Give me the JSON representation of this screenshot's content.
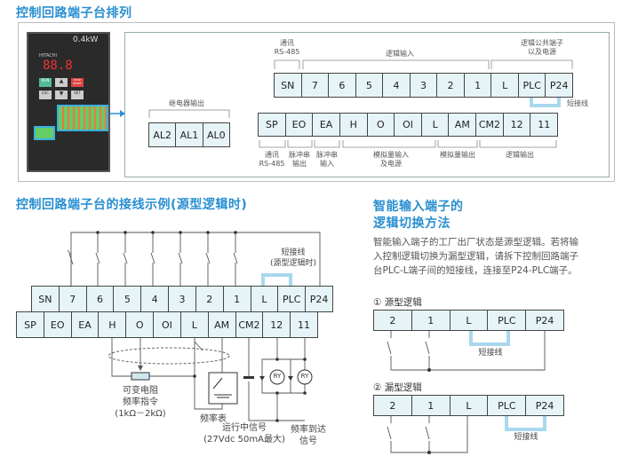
{
  "section1": {
    "title": "控制回路端子台排列",
    "top_row": [
      "SN",
      "7",
      "6",
      "5",
      "4",
      "3",
      "2",
      "1",
      "L",
      "PLC",
      "P24"
    ],
    "bottom_row": [
      "SP",
      "EO",
      "EA",
      "H",
      "O",
      "OI",
      "L",
      "AM",
      "CM2",
      "12",
      "11"
    ],
    "relay_row": [
      "AL2",
      "AL1",
      "AL0"
    ],
    "relay_label": "继电器输出",
    "top_labels": {
      "comm": "通讯\nRS-485",
      "logic_in": "逻辑输入",
      "common": "逻辑公共端子\n以及电源",
      "jumper": "短接线"
    },
    "bottom_labels": {
      "comm": "通讯\nRS-485",
      "pulse_out": "脉冲串\n输出",
      "pulse_in": "脉冲串\n输入",
      "analog_in": "模拟量输入\n及电源",
      "analog_out": "模拟量输出",
      "logic_out": "逻辑输出"
    },
    "photo": {
      "brand": "HITACHI",
      "display": "88.8",
      "model": "0.4kW",
      "keys": [
        "RUN",
        "▲",
        "STOP RESET",
        "ESC",
        "▼",
        "SET"
      ]
    }
  },
  "section2": {
    "title": "控制回路端子台的接线示例(源型逻辑时)",
    "top_row": [
      "SN",
      "7",
      "6",
      "5",
      "4",
      "3",
      "2",
      "1",
      "L",
      "PLC",
      "P24"
    ],
    "bottom_row": [
      "SP",
      "EO",
      "EA",
      "H",
      "O",
      "OI",
      "L",
      "AM",
      "CM2",
      "12",
      "11"
    ],
    "jumper": "短接线\n(源型逻辑时)",
    "resistor": "可变电阻\n频率指令\n(1kΩ－2kΩ)",
    "meter": "频率表",
    "run_signal": "运行中信号\n(27Vdc 50mA最大)",
    "freq_signal": "频率到达\n信号",
    "relay": "RY"
  },
  "section3": {
    "title_line1": "智能输入端子的",
    "title_line2": "逻辑切换方法",
    "body": "智能输入端子的工厂出厂状态是源型逻辑。若将输入控制逻辑切换为漏型逻辑，请拆下控制回路端子台PLC-L端子间的短接线，连接至P24-PLC端子。",
    "source_title": "① 源型逻辑",
    "sink_title": "② 漏型逻辑",
    "row": [
      "2",
      "1",
      "L",
      "PLC",
      "P24"
    ],
    "jumper": "短接线"
  },
  "colors": {
    "accent": "#2a8fd0",
    "cell": "#e6f4f8",
    "jumper": "#a9d8ee"
  }
}
